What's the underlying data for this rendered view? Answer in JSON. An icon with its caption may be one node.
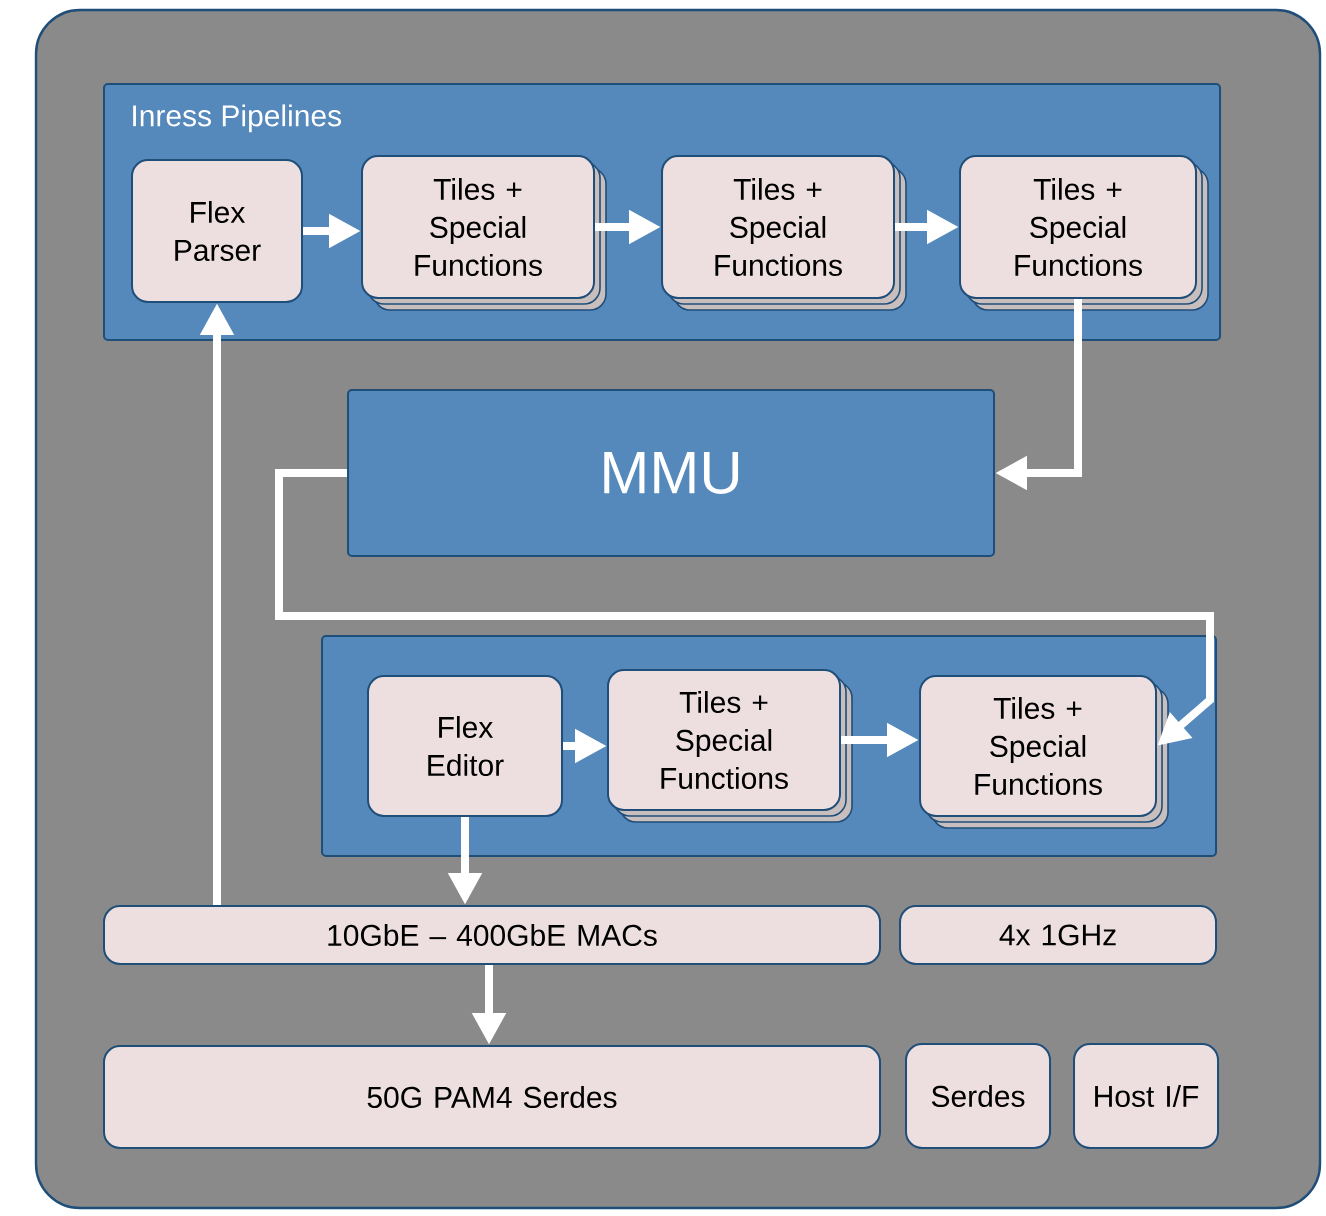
{
  "diagram": {
    "nodes": [
      {
        "text": [
          "Inress Pipelines"
        ]
      },
      {
        "text": [
          "Flex Parser"
        ],
        "in": 0
      },
      {
        "text": [
          "Tiles + Special Functions"
        ],
        "in": 0
      },
      {
        "text": [
          "Tiles + Special Functions"
        ],
        "in": 0
      },
      {
        "text": [
          "Tiles + Special Functions"
        ],
        "in": 0
      },
      {
        "text": [
          "MMU"
        ]
      },
      {
        "text": [],
        "shape": "box"
      },
      {
        "text": [
          "Flex Editor"
        ],
        "in": 6
      },
      {
        "text": [
          "Tiles + Special Functions"
        ],
        "in": 6
      },
      {
        "text": [
          "Tiles + Special Functions"
        ],
        "in": 6
      },
      {
        "text": [
          "10GbE – 400GbE MACs"
        ]
      },
      {
        "text": [
          "4x 1GHz"
        ]
      },
      {
        "text": [
          "50G PAM4 Serdes"
        ]
      },
      {
        "text": [
          "Serdes"
        ]
      },
      {
        "text": [
          "Host I/F"
        ]
      }
    ],
    "edges": [
      {
        "from": 1,
        "to": 2,
        "arrow": "to"
      },
      {
        "from": 2,
        "to": 3,
        "arrow": "to"
      },
      {
        "from": 3,
        "to": 4,
        "arrow": "to"
      },
      {
        "from": 4,
        "to": 5,
        "arrow": "to"
      },
      {
        "from": 5,
        "to": 9,
        "arrow": "to"
      },
      {
        "from": 7,
        "to": 8,
        "arrow": "to"
      },
      {
        "from": 8,
        "to": 9,
        "arrow": "to"
      },
      {
        "from": 7,
        "to": 10,
        "arrow": "to"
      },
      {
        "from": 10,
        "to": 12,
        "arrow": "to"
      },
      {
        "from": 10,
        "to": 1,
        "arrow": "to"
      }
    ]
  }
}
